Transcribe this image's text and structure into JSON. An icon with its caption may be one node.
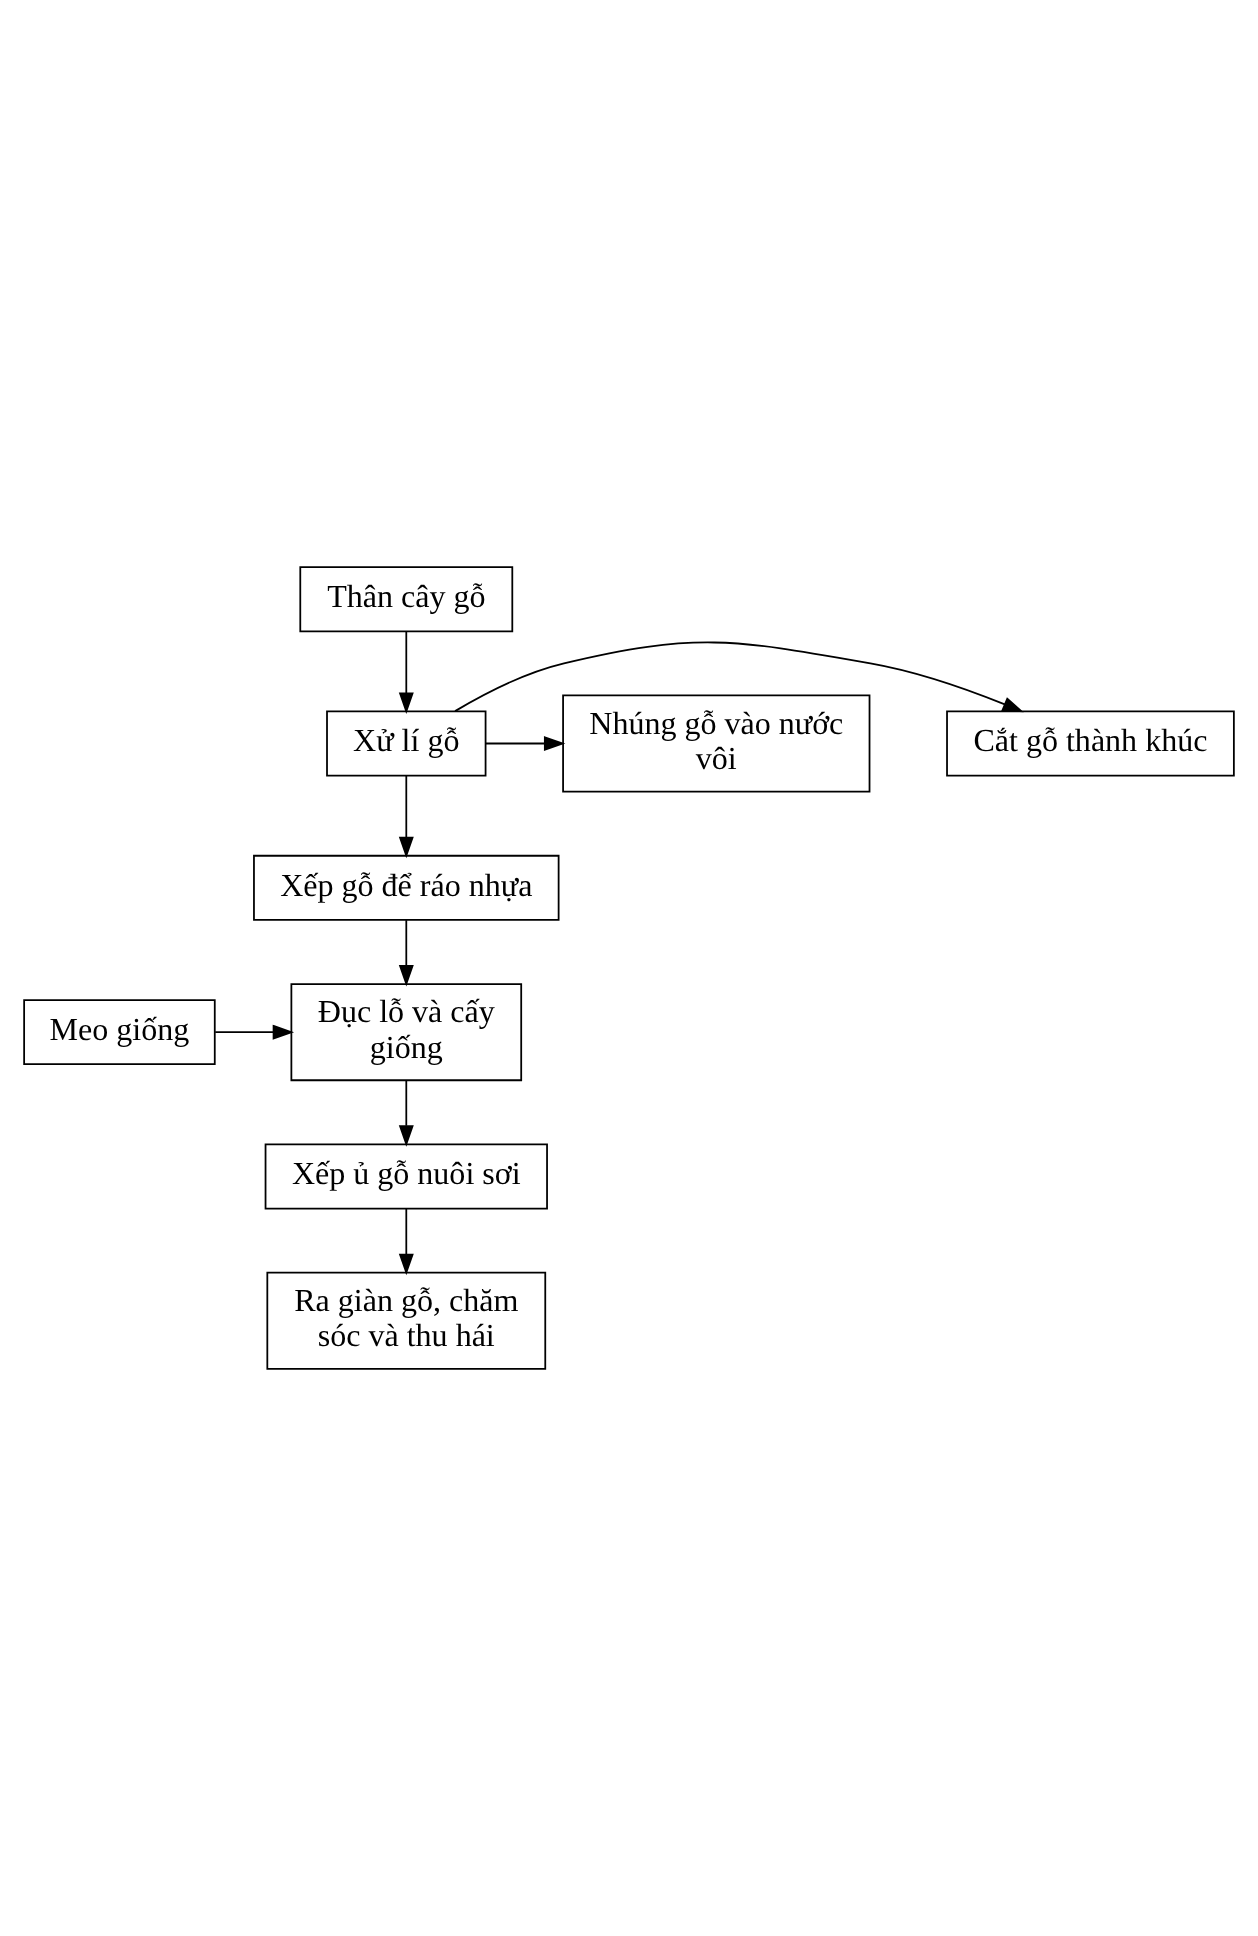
{
  "diagram": {
    "nodes": [
      {
        "text": [
          "Thân cây gỗ"
        ]
      },
      {
        "text": [
          "Xử lí gỗ"
        ]
      },
      {
        "text": [
          "Cắt gỗ thành khúc"
        ]
      },
      {
        "text": [
          "Nhúng gỗ vào nước vôi"
        ]
      },
      {
        "text": [
          "Xếp gỗ để ráo nhựa"
        ]
      },
      {
        "text": [
          "Đục lỗ và cấy giống"
        ]
      },
      {
        "text": [
          "Meo giống"
        ]
      },
      {
        "text": [
          "Xếp ủ gỗ nuôi sơi"
        ]
      },
      {
        "text": [
          "Ra giàn gỗ, chăm sóc và thu hái"
        ]
      }
    ],
    "edges": [
      {
        "from": 0,
        "to": 1,
        "arrow": "to"
      },
      {
        "from": 1,
        "to": 2,
        "arrow": "to"
      },
      {
        "from": 1,
        "to": 3,
        "arrow": "to"
      },
      {
        "from": 1,
        "to": 4,
        "arrow": "to"
      },
      {
        "from": 4,
        "to": 5,
        "arrow": "to"
      },
      {
        "from": 6,
        "to": 5,
        "arrow": "to"
      },
      {
        "from": 5,
        "to": 7,
        "arrow": "to"
      },
      {
        "from": 7,
        "to": 8,
        "arrow": "to"
      }
    ]
  }
}
